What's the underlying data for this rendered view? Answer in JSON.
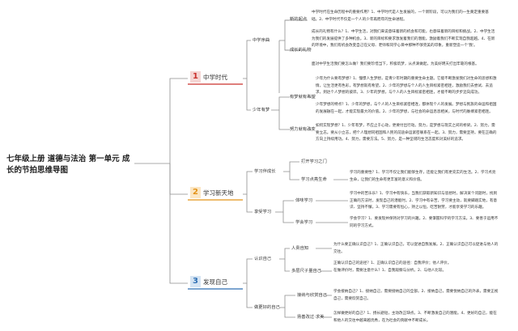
{
  "title": "七年级上册 道德与法治 第一单元 成长的节拍思维导图",
  "colors": {
    "line": "#8f8f8f",
    "accent_red": "#c9302c",
    "accent_orange": "#e39318",
    "accent_blue": "#2f6fb3",
    "unit1_bg": "#f5d6d4",
    "unit2_bg": "#fbe6c4",
    "unit3_bg": "#d5e4f3"
  },
  "units": [
    {
      "number": "1",
      "label": "中学时代",
      "color": "#c9302c",
      "bg": "#f5d6d4"
    },
    {
      "number": "2",
      "label": "学习新天地",
      "color": "#e39318",
      "bg": "#fbe6c4"
    },
    {
      "number": "3",
      "label": "发现自己",
      "color": "#2f6fb3",
      "bg": "#d5e4f3"
    }
  ],
  "topics": {
    "zhongxue_jieduan": "中学序曲",
    "xinde_qidian": "新的起点",
    "chengzhang_lihua": "成长的礼物",
    "shaonian_youmeng": "少年有梦",
    "mengxiang": "有梦就有希望",
    "nuli": "努力就有改变",
    "xuexi_chengzhang": "学习伴成长",
    "dakai_men": "打开学习之门",
    "xuexi_shengming": "学习点亮生命",
    "xiangshou": "享受学习",
    "tiwei": "体味学习",
    "xuehui": "学会学习",
    "renshi_ziji": "认识自己",
    "rendeng": "人贵自知",
    "duojiaodu": "多层尺子量自己",
    "zuogenghao": "做更好的自己",
    "jienan": "接纳与欣赏自己",
    "feiyue": "扬善改过·求美"
  },
  "texts": {
    "t1": "中学时代在生命历程中的重要作用？1、中学时代是人生发展的，一个新阶段，可以为我们的一生奠定重要基础。2、中学时代不仅是一个人的少年再而年的生命进程。",
    "t2": "成长的礼物有什么？1、中学生活，对我们来说意味着新的机会和可能，也意味着新的目标和挑战。2、中学生活为我们的发展提供了多种机会。3、新的目标和要求激发着我们的潜能。激励着我们不断实现自我超越。4、在新的环境中，我们有机会改变自己在父母、老师和同学心目中那种不够完美的印象，重新塑造一个'我'。",
    "t3": "面对中学生活我们要怎么做？我们要珍惜当下，积极筑梦，从点滴做起，为美好明天打出牢靠的根基。",
    "t4": "少年为什么要有梦想？1、憧憬人生梦想，是青少年时期的重要生命主题。它能不断激发我们对生命的思想和激情，让生活更有色彩，有梦想就有希望。2、少年的梦想与个人的人生目标紧密相连，激励我们去尝试、去追求，到达个人梦想的彼岸。3、少年的梦想，与个人的人生目标紧密相连，才能不断的步步迈向成功。",
    "t5": "少年梦想的特点？1、少年的梦想，与个人的人生目标紧密相连，都体现个人的发展。梦想与民族的命运和祖国的发展融在一起，才能实现最大的价值。2、少年的梦想，与社会的命运息息相关，与时代的脉搏紧密相连。",
    "t6": "如何实现梦想？1、少年有梦，不应止于心动，更要付出行动。努力，是梦想与现实之间的桥梁。2、努力，需要立志。要从小立志，把个人理想同祖国和人民的前途命运紧密联系在一起。3、努力，需要坚持。要在正确的方向上持续用功。4、努力，需要方法。5、努力，是一种坚韧的生活态度和对美好的追求。",
    "t7": "学习的重要性？1、学习不仅让我们能够生存，还能让我们有更充实的生活。2、学习点亮生命，让我们的生命有更丰富的意义和价值。",
    "t8": "学习中的苦乐乐？1、学习中有快乐，当我们获取新知识与思想时，解决某个问题时，找到正确的方法时，发现自己的潜能时。2、学习中有辛苦，学习要主动，就要脚踏实地，有意识、坚持不懈。3、学习需要有恒心，持之以恒，吃苦耐劳，才能享受学习的乐趣。",
    "t9": "学会学习？1、要发现并保持对学习的兴趣。2、要掌握科学的学习方法。3、要善于运用不同的学习方式。",
    "t10": "为什么要正确认识自己？1、正确认识自己，可以促进自我发展。2、正确认识自己可以促进与他人的交往。",
    "t11": "正确认识自己的途径？1、正确认识自己的途径：自我评价；他人评价。",
    "t12": "在做评价时，需要注意什么？1、自我观察与分析。2、与他人比较。",
    "t13": "学会接纳自己？1、接纳自己，需要接纳自己的全部。2、接纳自己，需要悦纳自己的外表，需要正视自己，需要欣赏自己。",
    "t14": "怎样做更好的自己？1、扬长避短，主动改正缺点。3、不断激发自己的潜能。4、更好的自己，能在和他人的交往中越来越优秀，在为社会的贡献中不断成长。"
  }
}
